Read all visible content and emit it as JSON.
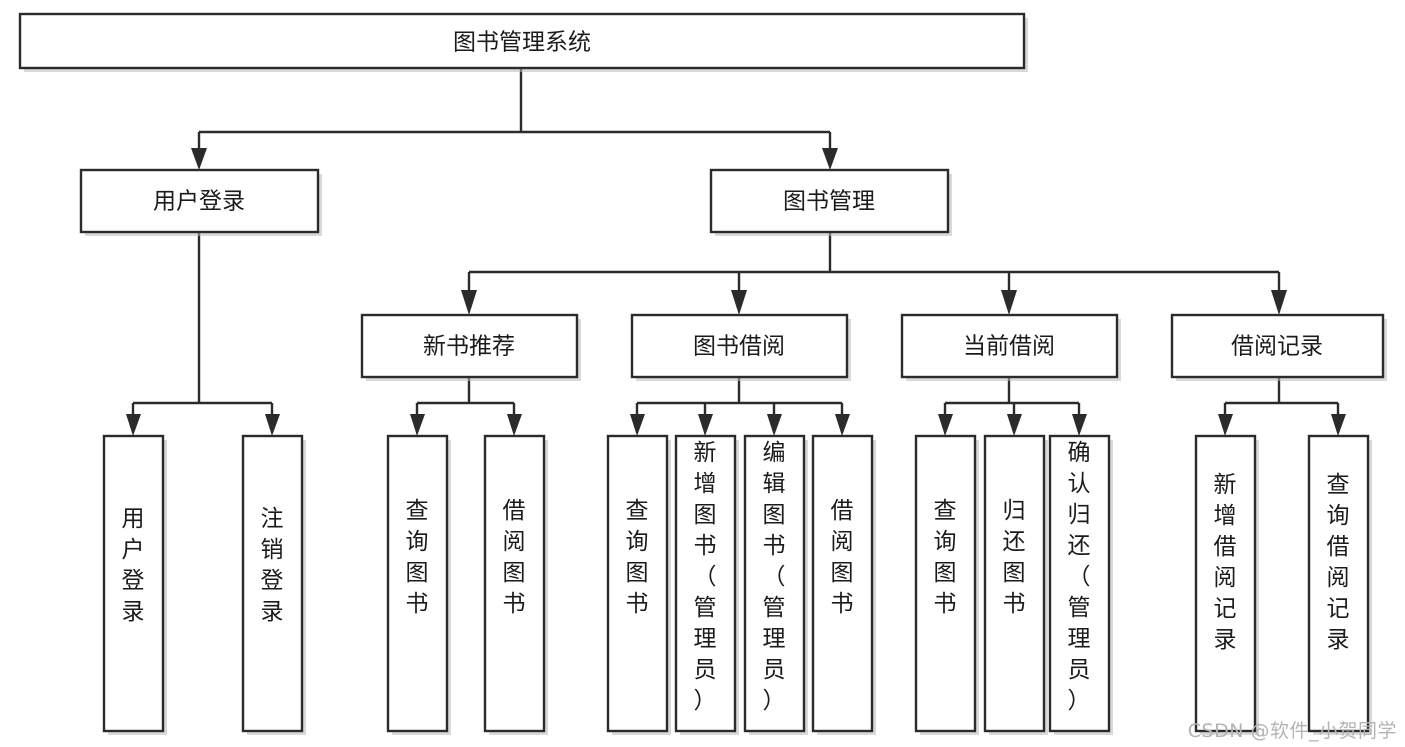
{
  "diagram": {
    "title": "图书管理系统",
    "type": "tree",
    "orientation": "top-down",
    "colors": {
      "box_stroke": "#2b2b2b",
      "box_fill": "#ffffff",
      "connector": "#2b2b2b",
      "background": "#ffffff",
      "watermark": "#b4b4b4"
    },
    "watermark": "CSDN @软件_小贺同学"
  },
  "nodes": {
    "root": {
      "label": "图书管理系统",
      "level": 0,
      "text_orientation": "horizontal"
    },
    "level1": [
      {
        "id": "user-login",
        "label": "用户登录",
        "text_orientation": "horizontal"
      },
      {
        "id": "book-manage",
        "label": "图书管理",
        "text_orientation": "horizontal"
      }
    ],
    "level2": [
      {
        "id": "new-book-recommend",
        "label": "新书推荐",
        "parent": "book-manage",
        "text_orientation": "horizontal"
      },
      {
        "id": "book-borrow",
        "label": "图书借阅",
        "parent": "book-manage",
        "text_orientation": "horizontal"
      },
      {
        "id": "current-borrow",
        "label": "当前借阅",
        "parent": "book-manage",
        "text_orientation": "horizontal"
      },
      {
        "id": "borrow-record",
        "label": "借阅记录",
        "parent": "book-manage",
        "text_orientation": "horizontal"
      }
    ],
    "leaves": [
      {
        "id": "leaf-user-login",
        "label": "用户登录",
        "parent": "user-login",
        "text_orientation": "vertical"
      },
      {
        "id": "leaf-logout-login",
        "label": "注销登录",
        "parent": "user-login",
        "text_orientation": "vertical"
      },
      {
        "id": "leaf-query-book-1",
        "label": "查询图书",
        "parent": "new-book-recommend",
        "text_orientation": "vertical"
      },
      {
        "id": "leaf-borrow-book-1",
        "label": "借阅图书",
        "parent": "new-book-recommend",
        "text_orientation": "vertical"
      },
      {
        "id": "leaf-query-book-2",
        "label": "查询图书",
        "parent": "book-borrow",
        "text_orientation": "vertical"
      },
      {
        "id": "leaf-add-book-admin",
        "label": "新增图书（管理员）",
        "parent": "book-borrow",
        "text_orientation": "vertical"
      },
      {
        "id": "leaf-edit-book-admin",
        "label": "编辑图书（管理员）",
        "parent": "book-borrow",
        "text_orientation": "vertical"
      },
      {
        "id": "leaf-borrow-book-2",
        "label": "借阅图书",
        "parent": "book-borrow",
        "text_orientation": "vertical"
      },
      {
        "id": "leaf-query-book-3",
        "label": "查询图书",
        "parent": "current-borrow",
        "text_orientation": "vertical"
      },
      {
        "id": "leaf-return-book",
        "label": "归还图书",
        "parent": "current-borrow",
        "text_orientation": "vertical"
      },
      {
        "id": "leaf-confirm-return-admin",
        "label": "确认归还（管理员）",
        "parent": "current-borrow",
        "text_orientation": "vertical"
      },
      {
        "id": "leaf-add-borrow-record",
        "label": "新增借阅记录",
        "parent": "borrow-record",
        "text_orientation": "vertical"
      },
      {
        "id": "leaf-query-borrow-record",
        "label": "查询借阅记录",
        "parent": "borrow-record",
        "text_orientation": "vertical"
      }
    ]
  }
}
